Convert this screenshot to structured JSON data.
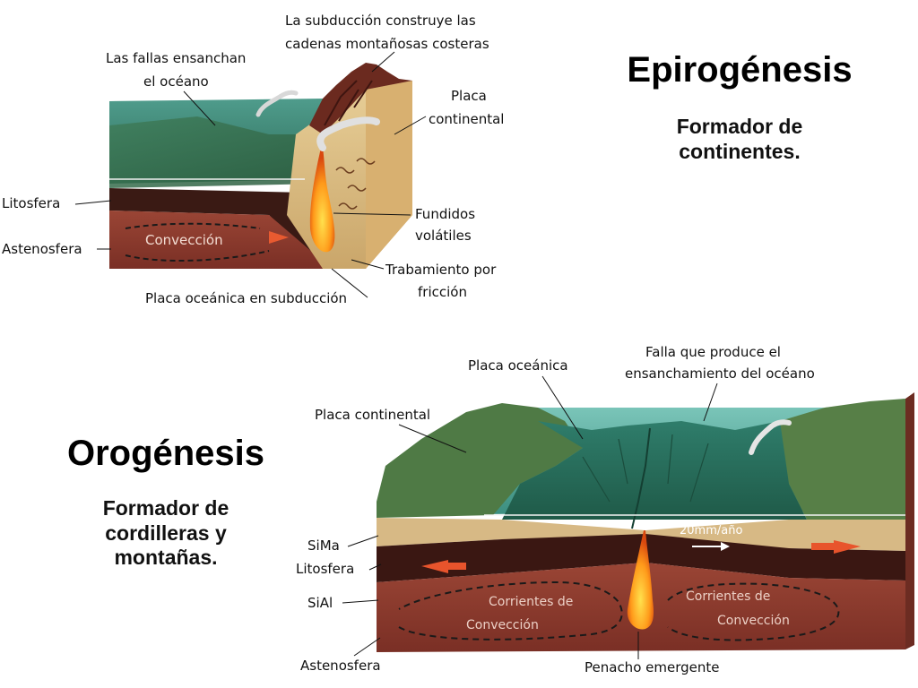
{
  "slide": {
    "section1": {
      "title": "Epirogénesis",
      "subtitle_lines": [
        "Formador de",
        "continentes."
      ]
    },
    "section2": {
      "title": "Orogénesis",
      "subtitle_lines": [
        "Formador de",
        "cordilleras y",
        "montañas."
      ]
    }
  },
  "diagram1": {
    "label_subduccion": [
      "La subducción construye las",
      "cadenas montañosas costeras"
    ],
    "label_fallas": [
      "Las fallas ensanchan",
      "el océano"
    ],
    "label_placa_continental": [
      "Placa",
      "continental"
    ],
    "label_litosfera": "Litosfera",
    "label_astenosfera": "Astenosfera",
    "label_conveccion": "Convección",
    "label_fundidos": [
      "Fundidos",
      "volátiles"
    ],
    "label_trabamiento": [
      "Trabamiento por",
      "fricción"
    ],
    "label_placa_oceanica": "Placa oceánica en subducción"
  },
  "diagram2": {
    "label_placa_oceanica": "Placa oceánica",
    "label_falla": [
      "Falla que produce el",
      "ensanchamiento del océano"
    ],
    "label_placa_continental": "Placa continental",
    "label_rate": "20mm/año",
    "label_sima": "SiMa",
    "label_litosfera": "Litosfera",
    "label_sial": "SiAl",
    "label_corrientes_left": [
      "Corrientes de",
      "Convección"
    ],
    "label_corrientes_right": [
      "Corrientes de",
      "Convección"
    ],
    "label_astenosfera": "Astenosfera",
    "label_penacho": "Penacho emergente"
  }
}
